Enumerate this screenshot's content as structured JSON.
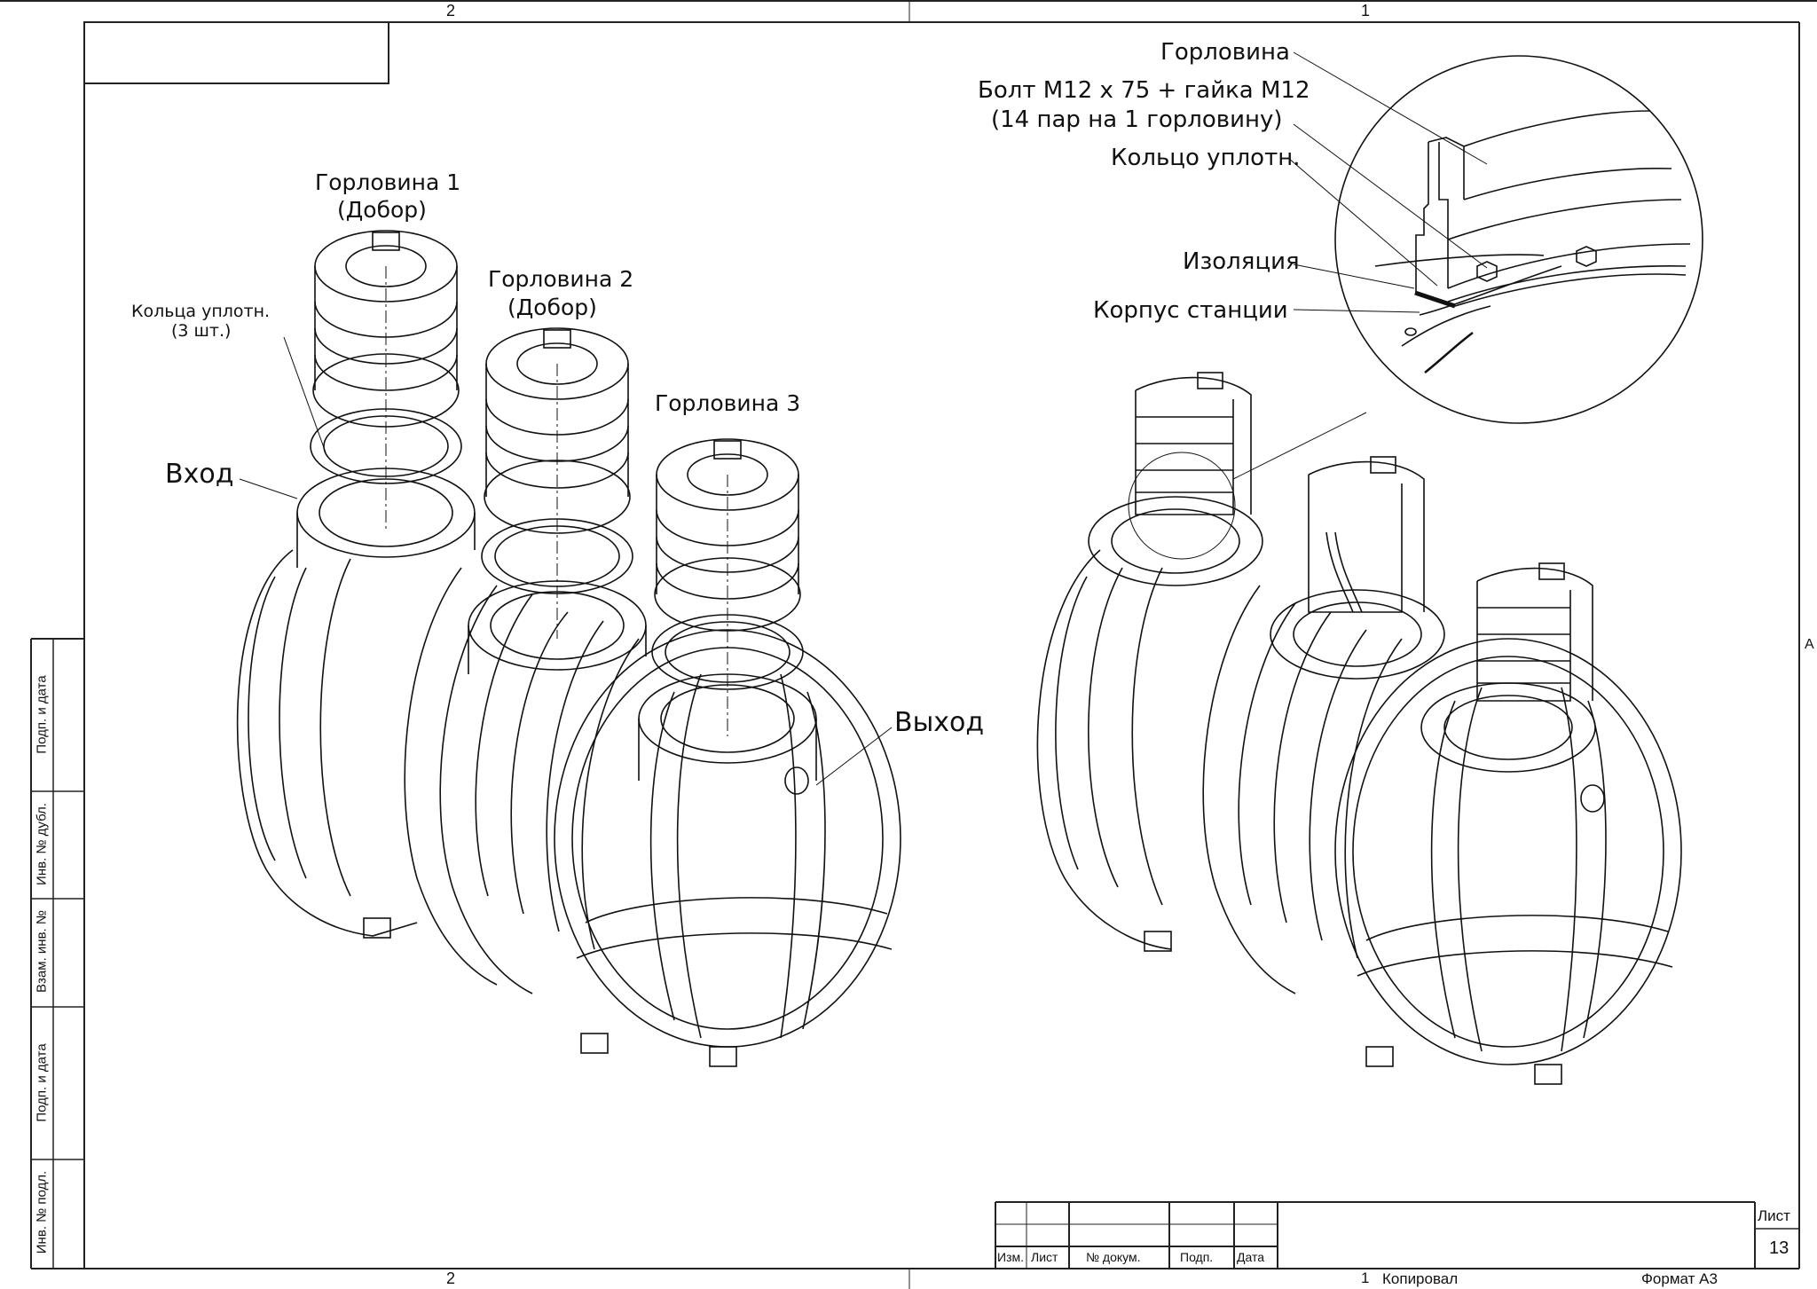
{
  "sheet": {
    "zones_top": [
      "2",
      "1"
    ],
    "zones_bottom": [
      "2",
      "1"
    ],
    "zone_right": "A",
    "sheet_label": "Лист",
    "sheet_number": "13",
    "copied_label": "Копировал",
    "format_label": "Формат А3"
  },
  "title_block": {
    "columns": [
      "Изм.",
      "Лист",
      "№ докум.",
      "Подп.",
      "Дата"
    ]
  },
  "side_stamp": {
    "cells": [
      "Подп. и дата",
      "Инв. № дубл.",
      "Взам. инв. №",
      "Подп. и дата",
      "Инв. № подл."
    ]
  },
  "left_view": {
    "labels": {
      "neck1_line1": "Горловина 1",
      "neck1_line2": "(Добор)",
      "neck2_line1": "Горловина 2",
      "neck2_line2": "(Добор)",
      "neck3": "Горловина 3",
      "rings_line1": "Кольца уплотн.",
      "rings_line2": "(3 шт.)",
      "inlet": "Вход",
      "outlet": "Выход"
    }
  },
  "right_view": {
    "labels": {
      "neck": "Горловина",
      "bolt_line1": "Болт М12 х 75 + гайка М12",
      "bolt_line2": "(14 пар на 1 горловину)",
      "seal_ring": "Кольцо уплотн.",
      "insulation": "Изоляция",
      "body": "Корпус станции"
    }
  }
}
